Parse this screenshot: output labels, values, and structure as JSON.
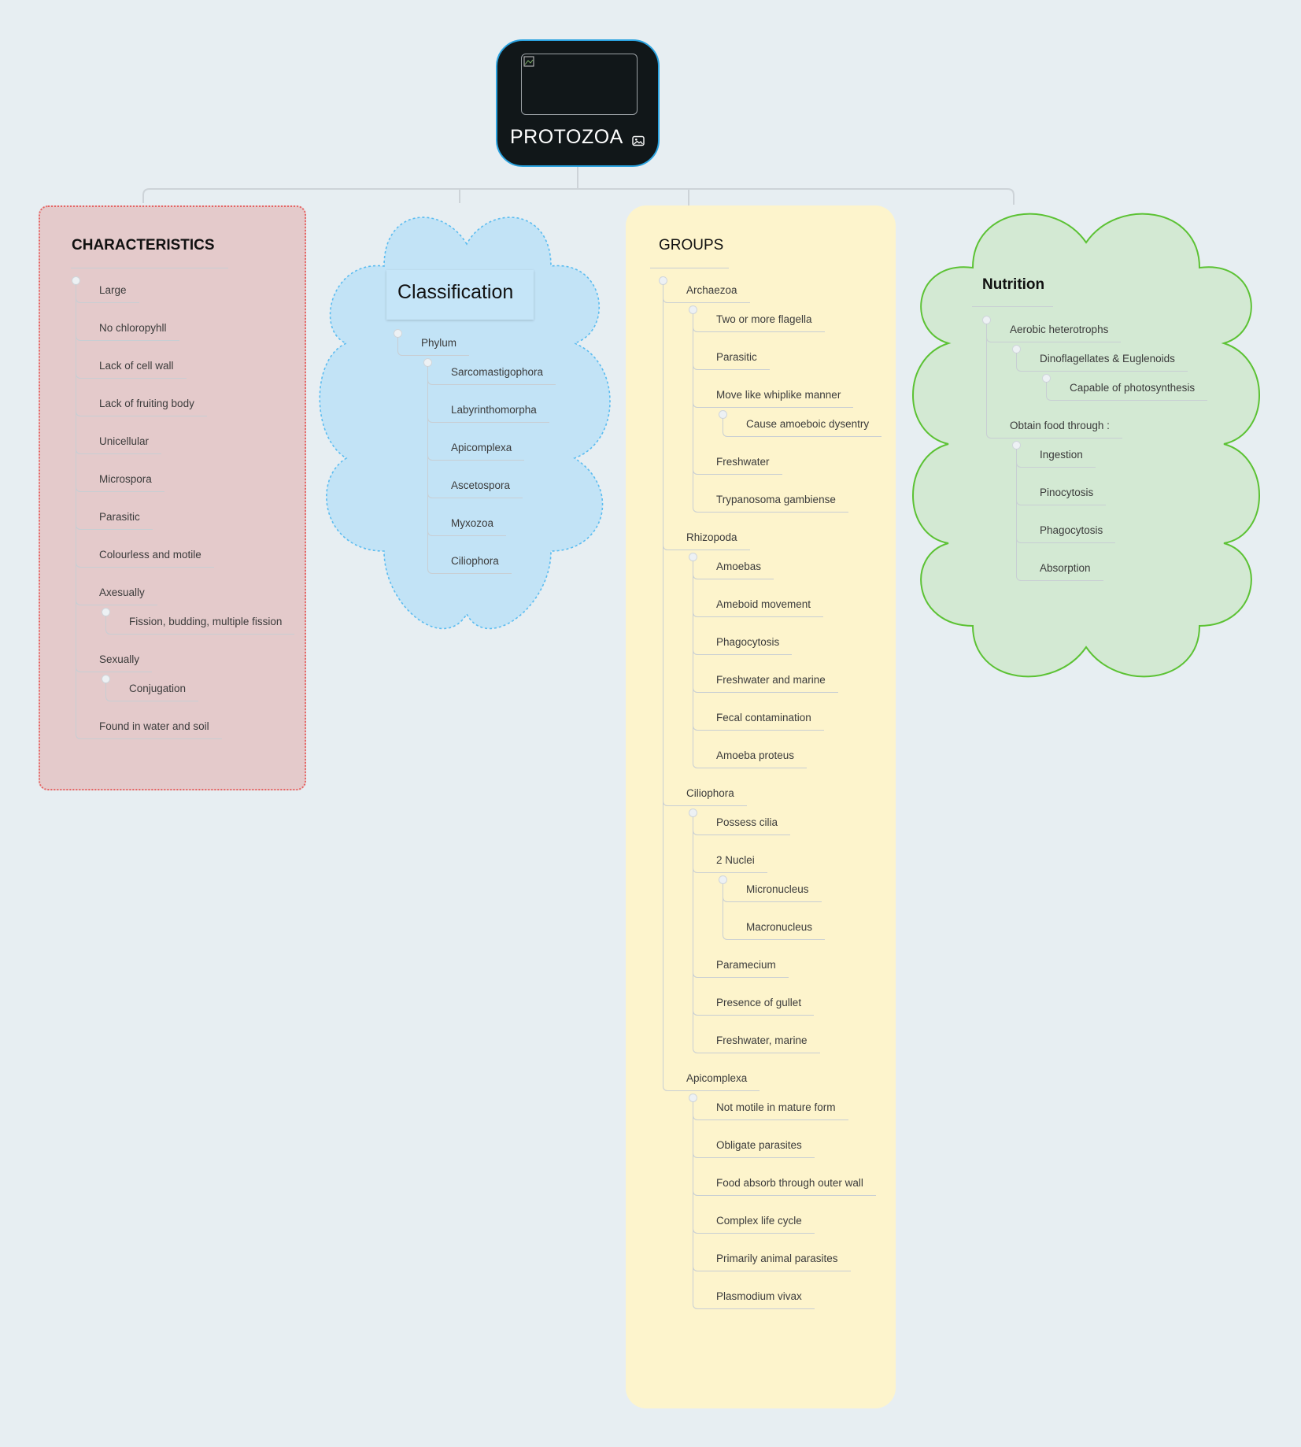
{
  "root": {
    "title": "PROTOZOA",
    "image_icon": "image-icon",
    "border_color": "#2ba3e0",
    "fill_color": "#111719"
  },
  "branches": {
    "characteristics": {
      "title": "CHARACTERISTICS",
      "fill_color": "#e4cacb",
      "border_color": "#e56464",
      "items": [
        {
          "label": "Large"
        },
        {
          "label": "No chloropyhll"
        },
        {
          "label": "Lack of cell wall"
        },
        {
          "label": "Lack of fruiting body"
        },
        {
          "label": "Unicellular"
        },
        {
          "label": "Microspora"
        },
        {
          "label": "Parasitic"
        },
        {
          "label": "Colourless and motile"
        },
        {
          "label": "Axesually",
          "children": [
            {
              "label": "Fission, budding, multiple fission"
            }
          ]
        },
        {
          "label": "Sexually",
          "children": [
            {
              "label": "Conjugation"
            }
          ]
        },
        {
          "label": "Found in water and soil"
        }
      ]
    },
    "classification": {
      "title": "Classification",
      "fill_color": "#c2e3f6",
      "border_color": "#5bbcf0",
      "items": [
        {
          "label": "Phylum",
          "children": [
            {
              "label": "Sarcomastigophora"
            },
            {
              "label": "Labyrinthomorpha"
            },
            {
              "label": "Apicomplexa"
            },
            {
              "label": "Ascetospora"
            },
            {
              "label": "Myxozoa"
            },
            {
              "label": "Ciliophora"
            }
          ]
        }
      ]
    },
    "groups": {
      "title": "GROUPS",
      "fill_color": "#fdf4cc",
      "items": [
        {
          "label": "Archaezoa",
          "children": [
            {
              "label": "Two or more flagella"
            },
            {
              "label": "Parasitic"
            },
            {
              "label": "Move like whiplike manner",
              "children": [
                {
                  "label": "Cause amoeboic dysentry"
                }
              ]
            },
            {
              "label": "Freshwater"
            },
            {
              "label": "Trypanosoma gambiense"
            }
          ]
        },
        {
          "label": "Rhizopoda",
          "children": [
            {
              "label": "Amoebas"
            },
            {
              "label": "Ameboid movement"
            },
            {
              "label": "Phagocytosis"
            },
            {
              "label": "Freshwater and marine"
            },
            {
              "label": "Fecal contamination"
            },
            {
              "label": "Amoeba proteus"
            }
          ]
        },
        {
          "label": "Ciliophora",
          "children": [
            {
              "label": "Possess cilia"
            },
            {
              "label": "2 Nuclei",
              "children": [
                {
                  "label": "Micronucleus"
                },
                {
                  "label": "Macronucleus"
                }
              ]
            },
            {
              "label": "Paramecium"
            },
            {
              "label": "Presence of gullet"
            },
            {
              "label": "Freshwater, marine"
            }
          ]
        },
        {
          "label": "Apicomplexa",
          "children": [
            {
              "label": "Not motile in mature form"
            },
            {
              "label": "Obligate parasites"
            },
            {
              "label": "Food absorb through outer wall"
            },
            {
              "label": "Complex life cycle"
            },
            {
              "label": "Primarily animal parasites"
            },
            {
              "label": "Plasmodium vivax"
            }
          ]
        }
      ]
    },
    "nutrition": {
      "title": "Nutrition",
      "fill_color": "#d3e9d3",
      "border_color": "#5cc234",
      "items": [
        {
          "label": "Aerobic heterotrophs",
          "children": [
            {
              "label": "Dinoflagellates & Euglenoids",
              "children": [
                {
                  "label": "Capable of photosynthesis"
                }
              ]
            }
          ]
        },
        {
          "label": "Obtain food through :",
          "children": [
            {
              "label": "Ingestion"
            },
            {
              "label": "Pinocytosis"
            },
            {
              "label": "Phagocytosis"
            },
            {
              "label": "Absorption"
            }
          ]
        }
      ]
    }
  }
}
